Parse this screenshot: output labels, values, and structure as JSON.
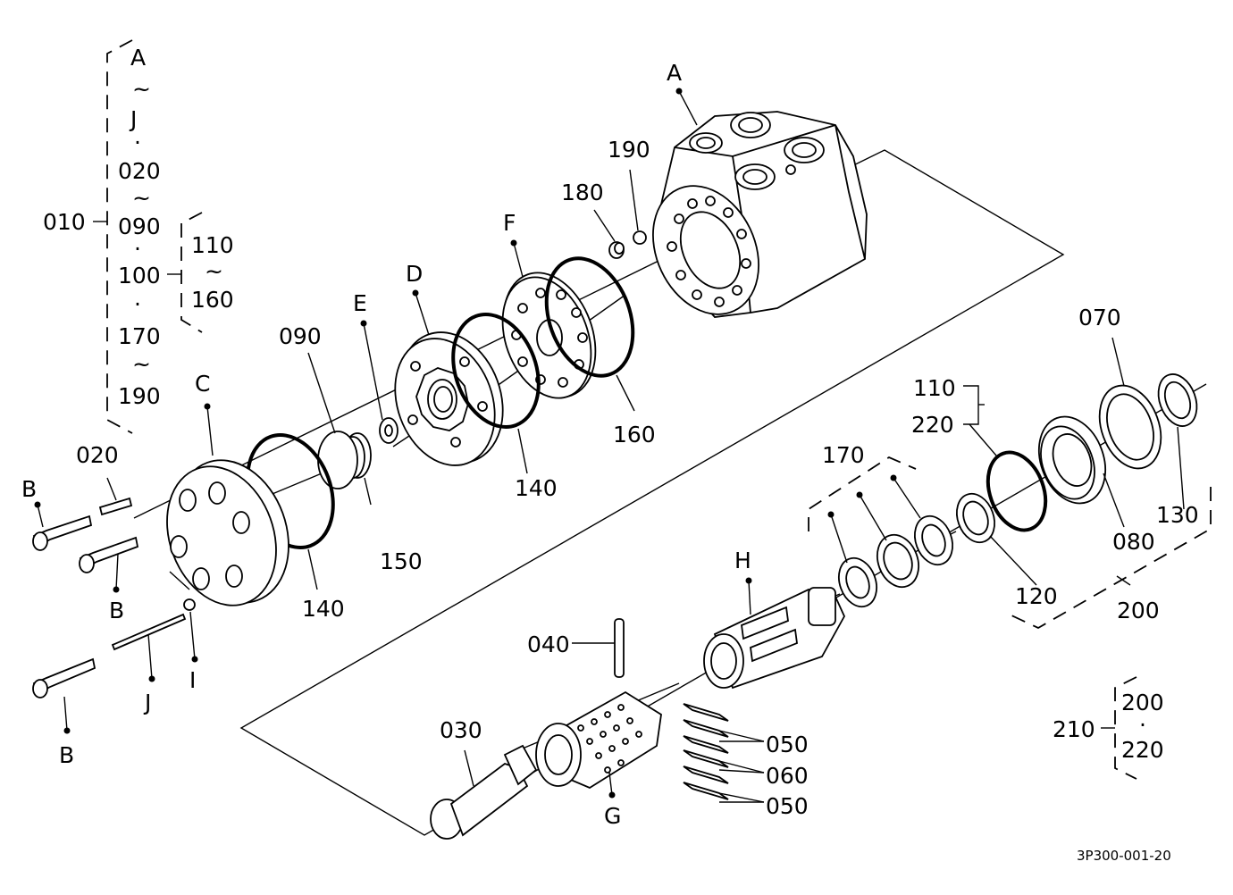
{
  "assembly_bracket": {
    "parent": "010",
    "items": [
      "A",
      "~",
      "J",
      "·",
      "020",
      "~",
      "090",
      "·",
      "100",
      "·",
      "170",
      "~",
      "190"
    ],
    "sub_items": [
      "110",
      "~",
      "160"
    ]
  },
  "labels": {
    "A": "A",
    "B1": "B",
    "B2": "B",
    "B3": "B",
    "C": "C",
    "D": "D",
    "E": "E",
    "F": "F",
    "G": "G",
    "H": "H",
    "I": "I",
    "J": "J",
    "p020": "020",
    "p030": "030",
    "p040": "040",
    "p050a": "050",
    "p060": "060",
    "p050b": "050",
    "p070": "070",
    "p080": "080",
    "p090": "090",
    "p110": "110",
    "p120": "120",
    "p130": "130",
    "p140a": "140",
    "p140b": "140",
    "p150": "150",
    "p160": "160",
    "p170": "170",
    "p180": "180",
    "p190": "190",
    "p200": "200",
    "p220": "220"
  },
  "kit_bracket": {
    "parent": "210",
    "items": [
      "200",
      "·",
      "220"
    ]
  },
  "figure_code": "3P300-001-20"
}
